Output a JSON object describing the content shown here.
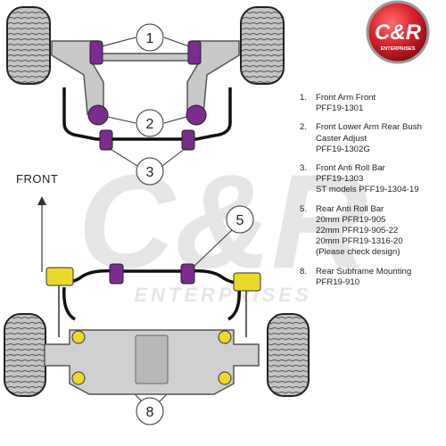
{
  "logo": {
    "text": "C&R",
    "subtext": "ENTERPRISES"
  },
  "watermark": {
    "text": "C&R",
    "subtext": "ENTERPRISES"
  },
  "front_label": "FRONT",
  "callouts": [
    "1",
    "2",
    "3",
    "5",
    "8"
  ],
  "legend": [
    {
      "num": "1.",
      "lines": [
        "Front Arm Front",
        "PFF19-1301"
      ]
    },
    {
      "num": "2.",
      "lines": [
        "Front Lower Arm Rear Bush",
        "Caster Adjust",
        "PFF19-1302G"
      ]
    },
    {
      "num": "3.",
      "lines": [
        "Front Anti Roll Bar",
        "PFF19-1303",
        "ST models PFF19-1304-19"
      ]
    },
    {
      "num": "5.",
      "lines": [
        "Rear Anti Roll Bar",
        "20mm PFR19-905",
        "22mm PFR19-905-22",
        "20mm PFR19-1316-20",
        "(Please check design)"
      ]
    },
    {
      "num": "8.",
      "lines": [
        "Rear Subframe Mounting",
        "PFR19-910"
      ]
    }
  ],
  "colors": {
    "bush_purple": "#7a2d8f",
    "bush_yellow": "#ecd82a",
    "frame_grey": "#c8c8c8",
    "tyre_grey": "#bdbdbd",
    "logo_red": "#d6202a"
  }
}
